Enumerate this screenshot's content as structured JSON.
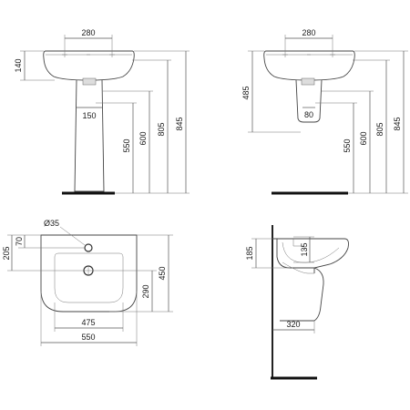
{
  "dimensions": {
    "front_pedestal": {
      "tap_spacing": "280",
      "bowl_height": "140",
      "pedestal_width": "150",
      "height_550": "550",
      "height_600": "600",
      "height_805": "805",
      "height_845": "845"
    },
    "front_semipedestal": {
      "tap_spacing": "280",
      "overall_485": "485",
      "semi_width": "80",
      "height_550": "550",
      "height_600": "600",
      "height_805": "805",
      "height_845": "845"
    },
    "top_view": {
      "tap_hole_dia": "Ø35",
      "dim_205": "205",
      "dim_70": "70",
      "inner_width": "475",
      "overall_width": "550",
      "dim_290": "290",
      "depth_450": "450"
    },
    "side_view": {
      "dim_185": "185",
      "dim_135": "135",
      "depth_320": "320"
    }
  },
  "colors": {
    "ink": "#444444",
    "floor": "#111111"
  }
}
